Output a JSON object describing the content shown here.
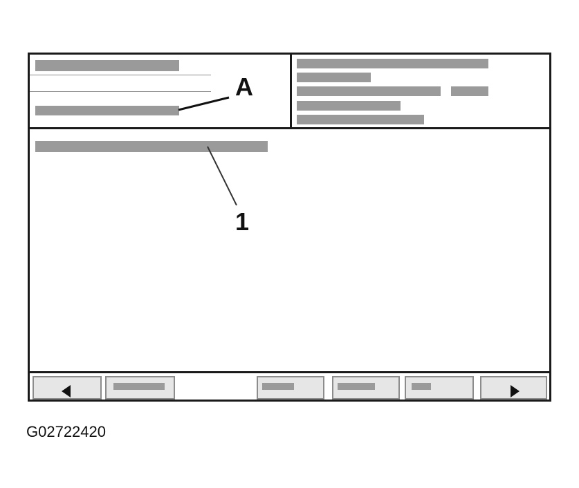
{
  "callouts": {
    "a_label": "A",
    "one_label": "1"
  },
  "figure_id": "G02722420",
  "toolbar": {
    "buttons": [
      {
        "name": "prev-page-button",
        "icon": "arrow-left-icon"
      },
      {
        "name": "toolbar-button-1"
      },
      {
        "name": "toolbar-button-2"
      },
      {
        "name": "toolbar-button-3"
      },
      {
        "name": "toolbar-button-4"
      },
      {
        "name": "next-page-button",
        "icon": "arrow-right-icon"
      }
    ]
  },
  "colors": {
    "frame": "#1a1a1a",
    "placeholder_text": "#9a9a9a",
    "button_face": "#e6e6e6"
  }
}
